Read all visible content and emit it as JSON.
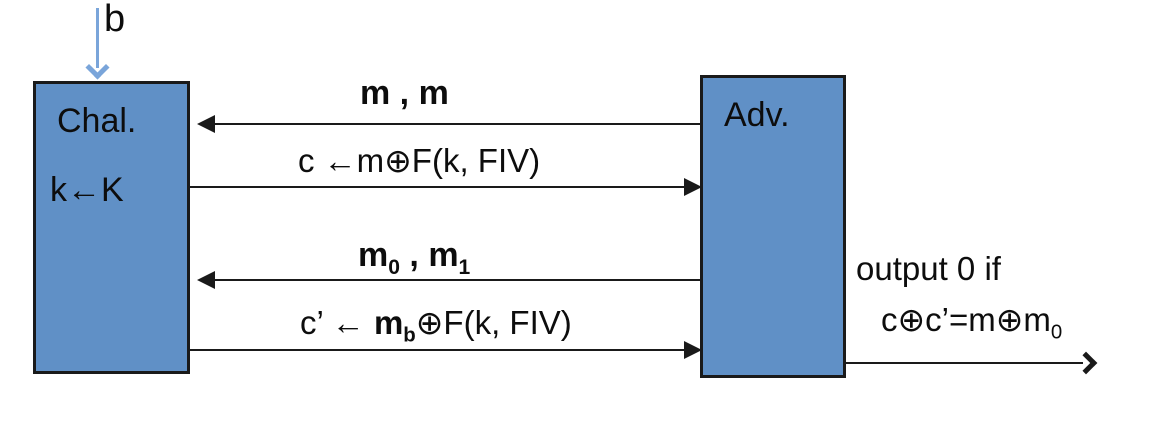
{
  "challenger": {
    "name": "Chal.",
    "key": "k←K"
  },
  "adversary": {
    "name": "Adv."
  },
  "bit": {
    "label": "b"
  },
  "messages": {
    "msg1": {
      "text": "m , m"
    },
    "msg2": {
      "text": "c ←m⊕F(k, FIV)"
    },
    "msg3": {
      "m1": "m",
      "sub1": "0",
      "comma": " , ",
      "m2": "m",
      "sub2": "1"
    },
    "msg4": {
      "lead": "c’ ← ",
      "m": "m",
      "sub": "b",
      "tail": "⊕F(k, FIV)"
    }
  },
  "output": {
    "line1": "output 0 if",
    "line2_pre": "c⊕c’=m⊕m",
    "line2_sub": "0"
  },
  "colors": {
    "box_fill": "#6090C6",
    "box_border": "#1a1a1a",
    "arrow": "#1a1a1a",
    "bit_arrow": "#7AA5DA"
  }
}
